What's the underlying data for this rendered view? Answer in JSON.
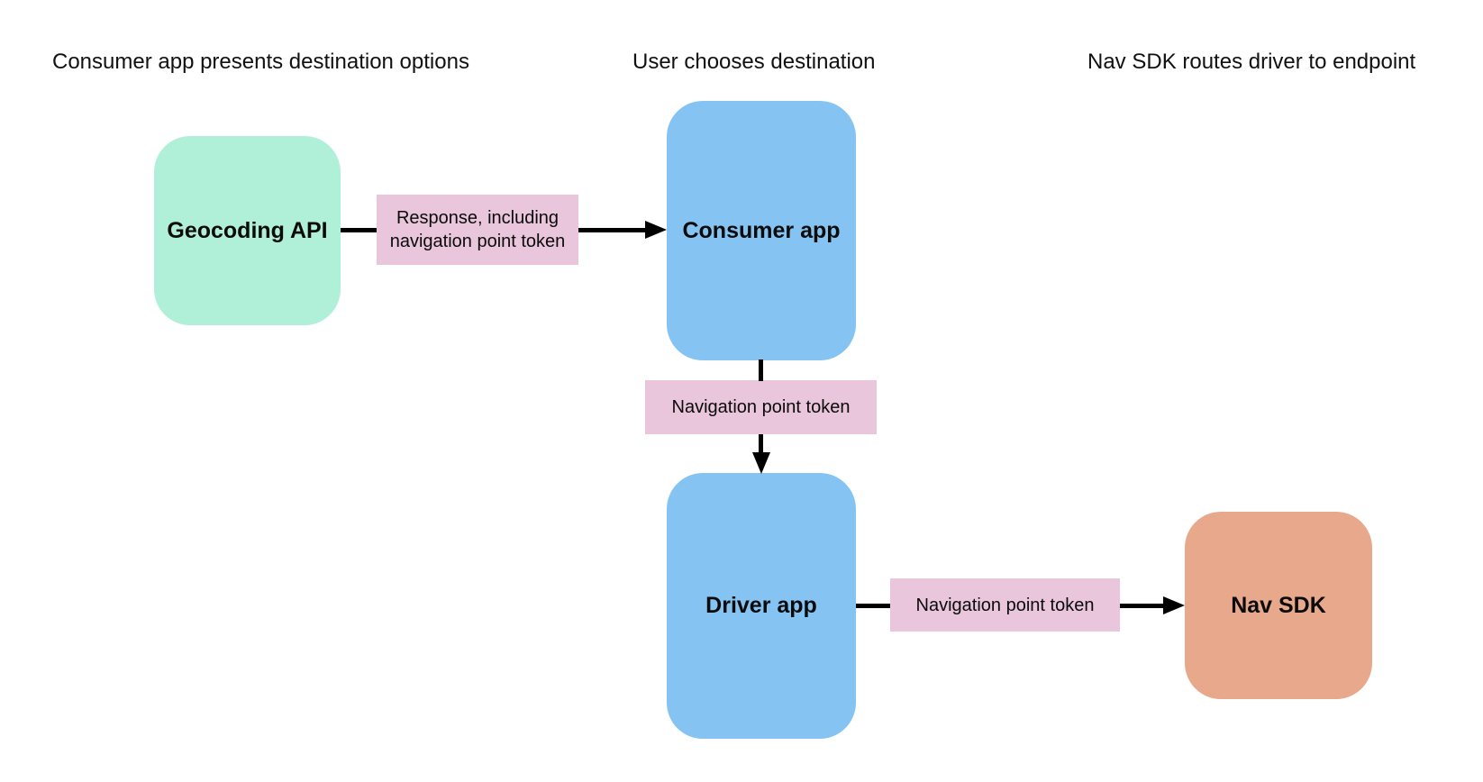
{
  "page": {
    "background": "#ffffff",
    "text_color": "#0b0b0b",
    "connector_color": "#000000"
  },
  "stage_headers": [
    {
      "text": "Consumer app presents destination options"
    },
    {
      "text": "User chooses destination"
    },
    {
      "text": "Nav SDK routes driver to endpoint"
    }
  ],
  "nodes": [
    {
      "id": "geocoding-api",
      "label": "Geocoding API",
      "fill": "#B0F0D8"
    },
    {
      "id": "consumer-app",
      "label": "Consumer app",
      "fill": "#85C4F2"
    },
    {
      "id": "driver-app",
      "label": "Driver app",
      "fill": "#85C4F2"
    },
    {
      "id": "nav-sdk",
      "label": "Nav SDK",
      "fill": "#E8A88C"
    }
  ],
  "edges": [
    {
      "id": "geocoding-to-consumer",
      "from": "Geocoding API",
      "to": "Consumer app",
      "label": "Response, including navigation point token",
      "label_fill": "#E9C6DB"
    },
    {
      "id": "consumer-to-driver",
      "from": "Consumer app",
      "to": "Driver app",
      "label": "Navigation point token",
      "label_fill": "#E9C6DB"
    },
    {
      "id": "driver-to-nav-sdk",
      "from": "Driver app",
      "to": "Nav SDK",
      "label": "Navigation point token",
      "label_fill": "#E9C6DB"
    }
  ]
}
